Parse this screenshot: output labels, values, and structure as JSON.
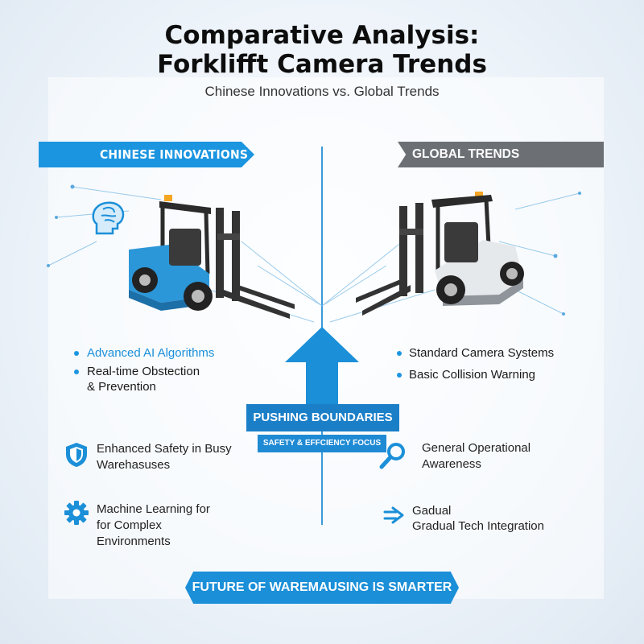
{
  "header": {
    "title_line1": "Comparative Analysis:",
    "title_line2": "Forklifft Camera Trends",
    "subtitle": "Chinese Innovations vs. Global Trends"
  },
  "left": {
    "banner": "CHINESE INNOVATIONS",
    "bullets": [
      "Advanced AI Algorithms",
      "Real-time Obstection",
      "& Prevention"
    ],
    "features": [
      {
        "icon": "shield-icon",
        "lines": [
          "Enhanced Safety in Busy",
          "Warehasuses"
        ]
      },
      {
        "icon": "gear-icon",
        "lines": [
          "Machine Learning for",
          "for Complex",
          "Environments"
        ]
      }
    ]
  },
  "right": {
    "banner": "GLOBAL TRENDS",
    "bullets": [
      "Standard Camera Systems",
      "Basic Collision Warning"
    ],
    "features": [
      {
        "icon": "magnifier-icon",
        "lines": [
          "General Operational",
          "Awareness"
        ]
      },
      {
        "icon": "arrow-right-icon",
        "lines": [
          "Gadual",
          "Gradual Tech Integration"
        ]
      }
    ]
  },
  "center": {
    "banner": "PUSHING BOUNDARIES",
    "sub": "SAFETY & EFFCIENCY FOCUS"
  },
  "footer": {
    "banner": "FUTURE OF WAREMAUSING IS SMARTER"
  },
  "colors": {
    "accent": "#1b95e0",
    "gray_banner": "#6c7075",
    "dark_blue": "#1b7fc8"
  }
}
